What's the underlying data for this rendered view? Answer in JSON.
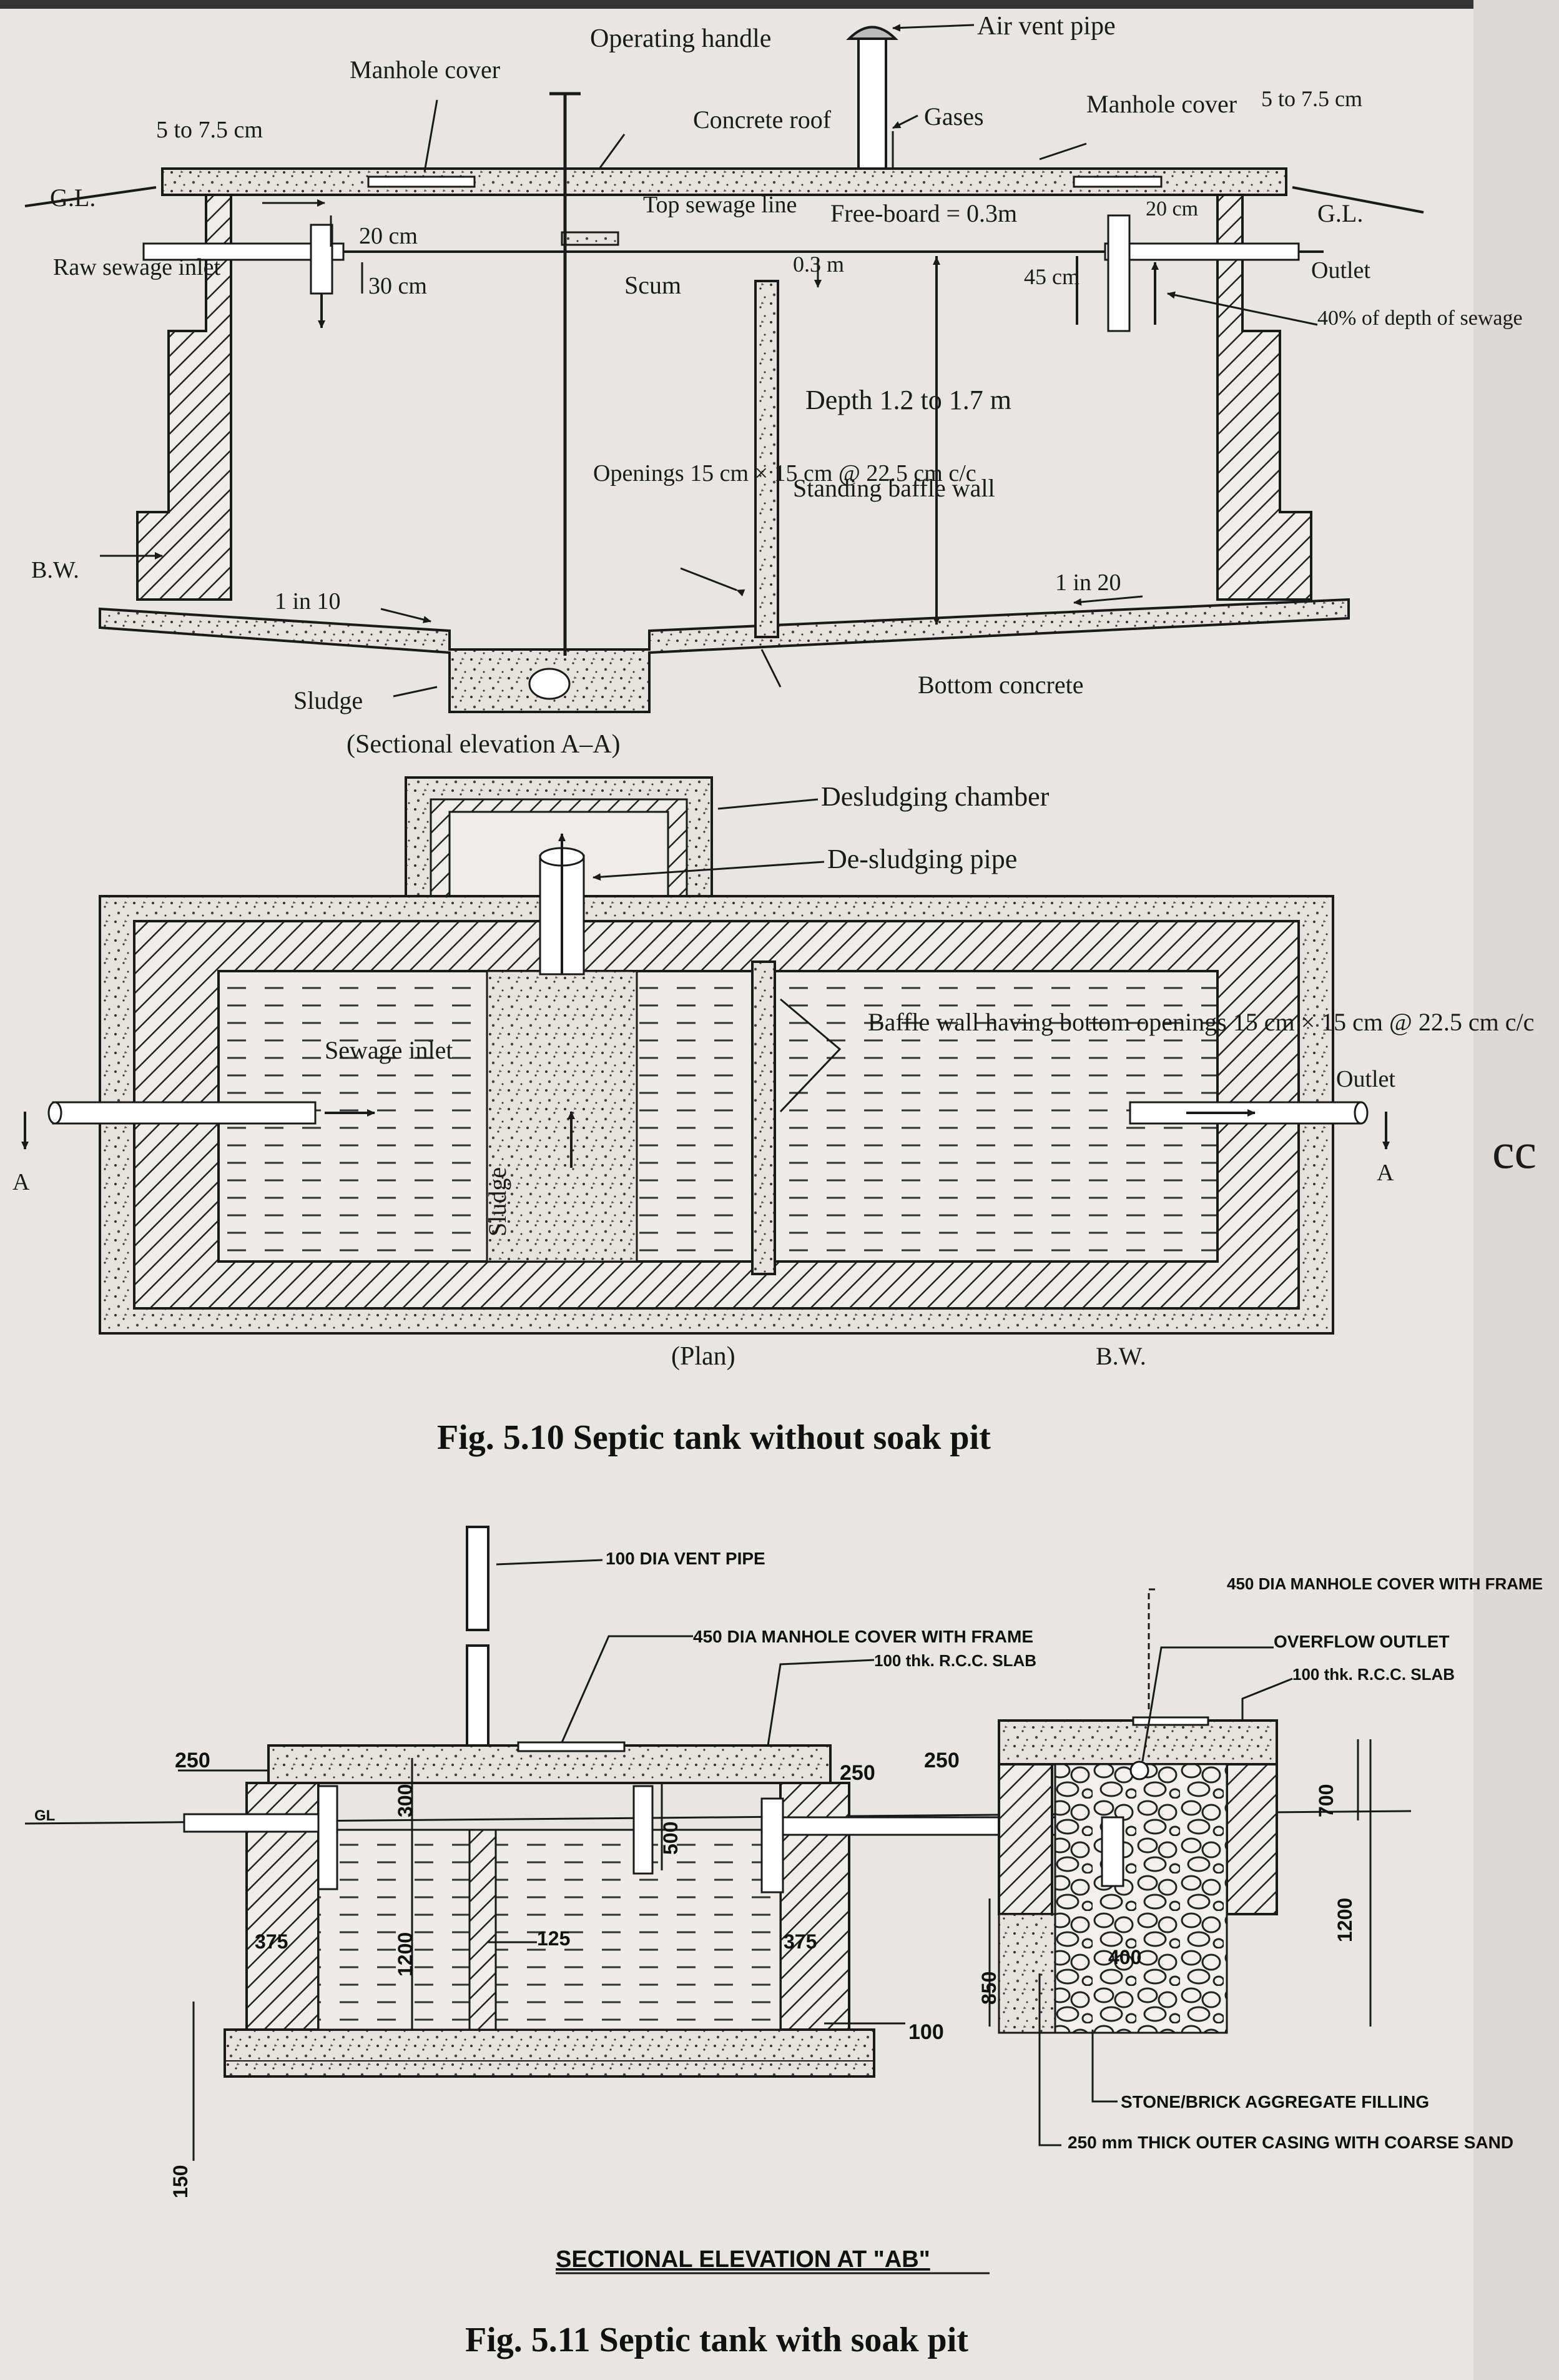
{
  "fig510": {
    "caption": "Fig. 5.10 Septic tank without soak pit",
    "elevation": {
      "title": "(Sectional elevation A–A)",
      "labels": {
        "manhole_cover_left": "Manhole cover",
        "operating_handle": "Operating handle",
        "air_vent_pipe": "Air vent pipe",
        "concrete_roof": "Concrete roof",
        "gases": "Gases",
        "manhole_cover_right": "Manhole cover",
        "gap_left": "5 to 7.5 cm",
        "gap_right": "5 to 7.5 cm",
        "gl_left": "G.L.",
        "gl_right": "G.L.",
        "top_sewage_line": "Top sewage line",
        "free_board": "Free-board = 0.3m",
        "twenty_cm_right": "20 cm",
        "twenty_cm_left": "20 cm",
        "thirty_cm": "30 cm",
        "raw_sewage_inlet": "Raw sewage inlet",
        "scum": "Scum",
        "zero_three_m": "0.3 m",
        "forty_five_cm": "45 cm",
        "outlet": "Outlet",
        "forty_pct": "40% of depth of sewage",
        "depth": "Depth 1.2 to 1.7 m",
        "openings": "Openings 15 cm × 15 cm @ 22.5 cm c/c",
        "standing_baffle": "Standing baffle wall",
        "bw": "B.W.",
        "slope_left": "1 in 10",
        "slope_right": "1 in 20",
        "sludge": "Sludge",
        "bottom_concrete": "Bottom concrete"
      }
    },
    "plan": {
      "title": "(Plan)",
      "labels": {
        "desludging_chamber": "Desludging chamber",
        "desludging_pipe": "De-sludging pipe",
        "sewage_inlet": "Sewage inlet",
        "sludge": "Sludge",
        "baffle_note": "Baffle wall having bottom openings 15 cm × 15 cm @ 22.5 cm c/c",
        "outlet": "Outlet",
        "section_a_left": "A",
        "section_a_right": "A",
        "bw": "B.W."
      }
    }
  },
  "fig511": {
    "caption": "Fig. 5.11 Septic tank with soak pit",
    "title": "SECTIONAL ELEVATION AT \"AB\"",
    "labels": {
      "vent_pipe": "100 DIA VENT PIPE",
      "manhole_cover": "450 DIA MANHOLE COVER WITH FRAME",
      "slab": "100 thk. R.C.C. SLAB",
      "manhole_cover_right": "450 DIA MANHOLE COVER WITH FRAME",
      "overflow_outlet": "OVERFLOW OUTLET",
      "slab_right": "100 thk. R.C.C. SLAB",
      "gl": "GL",
      "stone_filling": "STONE/BRICK AGGREGATE FILLING",
      "outer_casing": "250 mm THICK OUTER CASING WITH COARSE SAND"
    },
    "dimensions": {
      "d250_left": "250",
      "d300": "300",
      "d500": "500",
      "d250_mid": "250",
      "d250_right": "250",
      "d700": "700",
      "d375_left": "375",
      "d1200_left": "1200",
      "d125": "125",
      "d375_right": "375",
      "d850": "850",
      "d400": "400",
      "d1200_right": "1200",
      "d100": "100",
      "d150": "150"
    }
  },
  "margin_scribble": "cc"
}
